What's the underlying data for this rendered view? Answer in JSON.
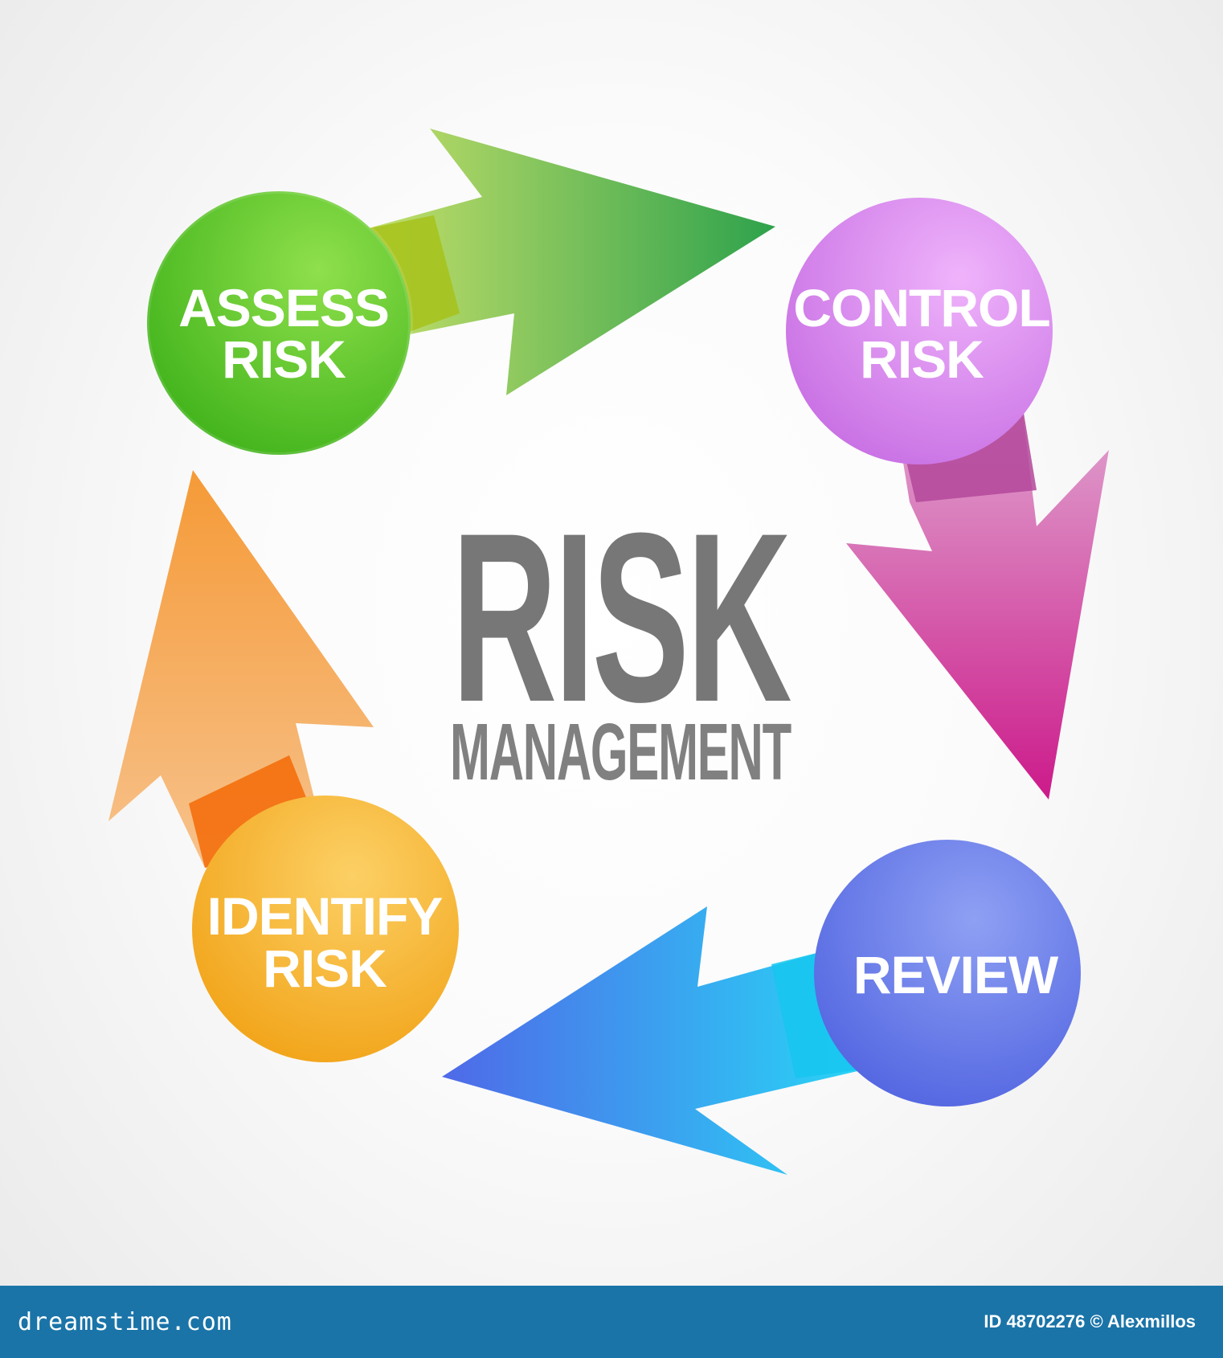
{
  "diagram": {
    "title": "RISK",
    "subtitle": "MANAGEMENT",
    "nodes": [
      {
        "id": "assess",
        "line1": "ASSESS",
        "line2": "RISK",
        "color": "#5ccb1a"
      },
      {
        "id": "control",
        "line1": "CONTROL",
        "line2": "RISK",
        "color": "#d678ea"
      },
      {
        "id": "review",
        "line1": "REVIEW",
        "line2": "",
        "color": "#6579e6"
      },
      {
        "id": "identify",
        "line1": "IDENTIFY",
        "line2": "RISK",
        "color": "#f4ab24"
      }
    ],
    "arrows": [
      {
        "from": "assess",
        "to": "control",
        "color": "#6dbe4a"
      },
      {
        "from": "control",
        "to": "review",
        "color": "#cc4fa6"
      },
      {
        "from": "review",
        "to": "identify",
        "color": "#3fa5ef"
      },
      {
        "from": "identify",
        "to": "assess",
        "color": "#f5a44a"
      }
    ]
  },
  "footer": {
    "brand": "dreamstime.com",
    "credit": "ID 48702276 © Alexmillos"
  }
}
